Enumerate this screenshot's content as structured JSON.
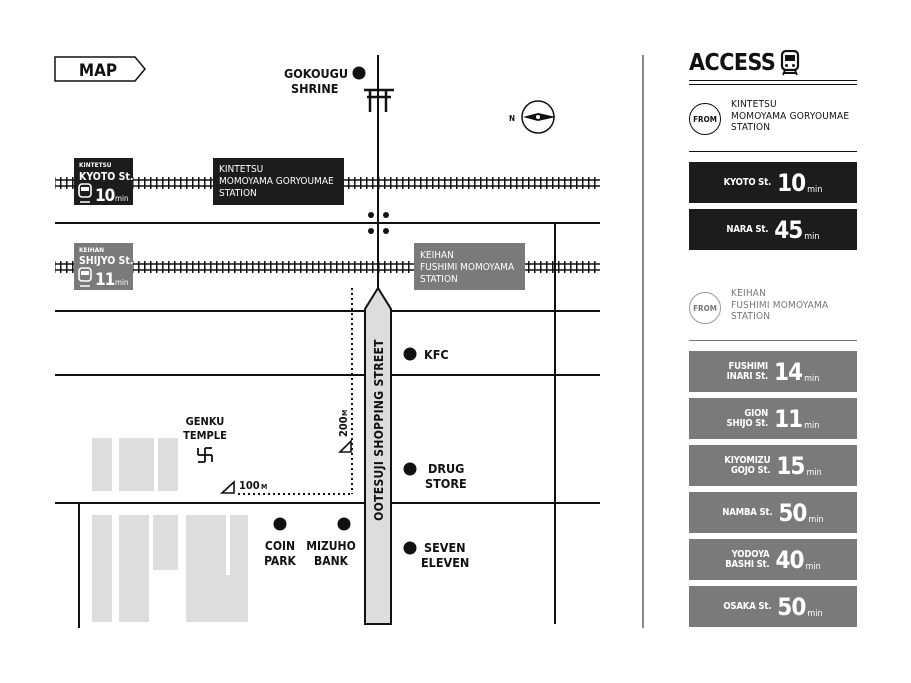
{
  "map": {
    "title": "MAP",
    "shrine": [
      "GOKOUGU",
      "SHRINE"
    ],
    "kintetsu_badge": {
      "line": "KINTETSU",
      "station": "KYOTO St.",
      "num": "10",
      "unit": "min"
    },
    "keihan_badge": {
      "line": "KEIHAN",
      "station": "SHIJYO St.",
      "num": "11",
      "unit": "min"
    },
    "kintetsu_station": [
      "KINTETSU",
      "MOMOYAMA GORYOUMAE",
      "STATION"
    ],
    "keihan_station": [
      "KEIHAN",
      "FUSHIMI MOMOYAMA",
      "STATION"
    ],
    "street": "OOTESUJI SHOPPING STREET",
    "temple": [
      "GENKU",
      "TEMPLE"
    ],
    "dist_100": "100",
    "dist_200": "200",
    "dist_unit": "M",
    "compass_letter": "N",
    "pois": {
      "kfc": "KFC",
      "drug": [
        "DRUG",
        "STORE"
      ],
      "seven": [
        "SEVEN",
        "ELEVEN"
      ],
      "coin": [
        "COIN",
        "PARK"
      ],
      "mizuho": [
        "MIZUHO",
        "BANK"
      ]
    }
  },
  "access": {
    "title": "ACCESS",
    "from_label": "FROM",
    "from1": [
      "KINTETSU",
      "MOMOYAMA GORYOUMAE",
      "STATION"
    ],
    "group1": [
      {
        "station": [
          "KYOTO St."
        ],
        "num": "10",
        "unit": "min"
      },
      {
        "station": [
          "NARA St."
        ],
        "num": "45",
        "unit": "min"
      }
    ],
    "from2": [
      "KEIHAN",
      "FUSHIMI MOMOYAMA",
      "STATION"
    ],
    "group2": [
      {
        "station": [
          "FUSHIMI",
          "INARI St."
        ],
        "num": "14",
        "unit": "min"
      },
      {
        "station": [
          "GION",
          "SHIJO St."
        ],
        "num": "11",
        "unit": "min"
      },
      {
        "station": [
          "KIYOMIZU",
          "GOJO St."
        ],
        "num": "15",
        "unit": "min"
      },
      {
        "station": [
          "NAMBA St."
        ],
        "num": "50",
        "unit": "min"
      },
      {
        "station": [
          "YODOYA",
          "BASHI St."
        ],
        "num": "40",
        "unit": "min"
      },
      {
        "station": [
          "OSAKA St."
        ],
        "num": "50",
        "unit": "min"
      }
    ]
  },
  "colors": {
    "dark": "#1c1c1c",
    "grey": "#7a7a7a",
    "building": "#dddddd"
  }
}
